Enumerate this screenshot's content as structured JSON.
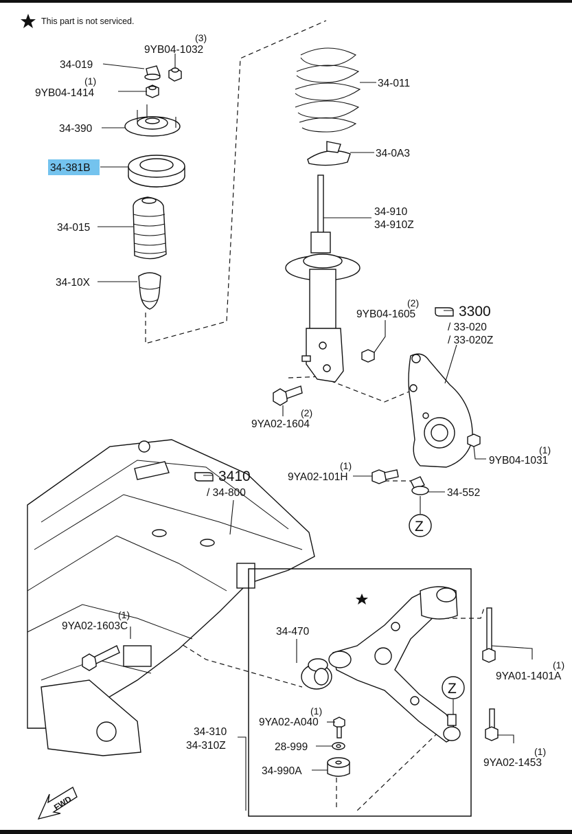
{
  "note": {
    "star_text": "This part is not serviced.",
    "star_icon": "star-icon"
  },
  "colors": {
    "highlight": "#74c3ee",
    "ink": "#111111"
  },
  "callouts": [
    {
      "id": "c-34019",
      "label": "34-019"
    },
    {
      "id": "c-1032",
      "label": "9YB04-1032",
      "qty": "(3)"
    },
    {
      "id": "c-1414",
      "label": "9YB04-1414",
      "qty": "(1)"
    },
    {
      "id": "c-34390",
      "label": "34-390"
    },
    {
      "id": "c-34381b",
      "label": "34-381B",
      "highlighted": true
    },
    {
      "id": "c-34015",
      "label": "34-015"
    },
    {
      "id": "c-3410x",
      "label": "34-10X"
    },
    {
      "id": "c-34011",
      "label": "34-011"
    },
    {
      "id": "c-340a3",
      "label": "34-0A3"
    },
    {
      "id": "c-34910",
      "label": "34-910",
      "label2": "34-910Z"
    },
    {
      "id": "c-1605",
      "label": "9YB04-1605",
      "qty": "(2)"
    },
    {
      "id": "c-3300",
      "label": "3300",
      "label2": "/ 33-020",
      "label3": "/ 33-020Z"
    },
    {
      "id": "c-1604",
      "label": "9YA02-1604",
      "qty": "(2)"
    },
    {
      "id": "c-1031",
      "label": "9YB04-1031",
      "qty": "(1)"
    },
    {
      "id": "c-3410",
      "label": "3410",
      "label2": "/ 34-800"
    },
    {
      "id": "c-101h",
      "label": "9YA02-101H",
      "qty": "(1)"
    },
    {
      "id": "c-34552",
      "label": "34-552"
    },
    {
      "id": "c-z1",
      "label": "Z"
    },
    {
      "id": "c-1603c",
      "label": "9YA02-1603C",
      "qty": "(1)"
    },
    {
      "id": "c-34470",
      "label": "34-470"
    },
    {
      "id": "c-1401a",
      "label": "9YA01-1401A",
      "qty": "(1)"
    },
    {
      "id": "c-z2",
      "label": "Z"
    },
    {
      "id": "c-a040",
      "label": "9YA02-A040",
      "qty": "(1)"
    },
    {
      "id": "c-34310",
      "label": "34-310",
      "label2": "34-310Z"
    },
    {
      "id": "c-28999",
      "label": "28-999"
    },
    {
      "id": "c-34990a",
      "label": "34-990A"
    },
    {
      "id": "c-1453",
      "label": "9YA02-1453",
      "qty": "(1)"
    }
  ],
  "fwd": {
    "label": "FWD"
  }
}
